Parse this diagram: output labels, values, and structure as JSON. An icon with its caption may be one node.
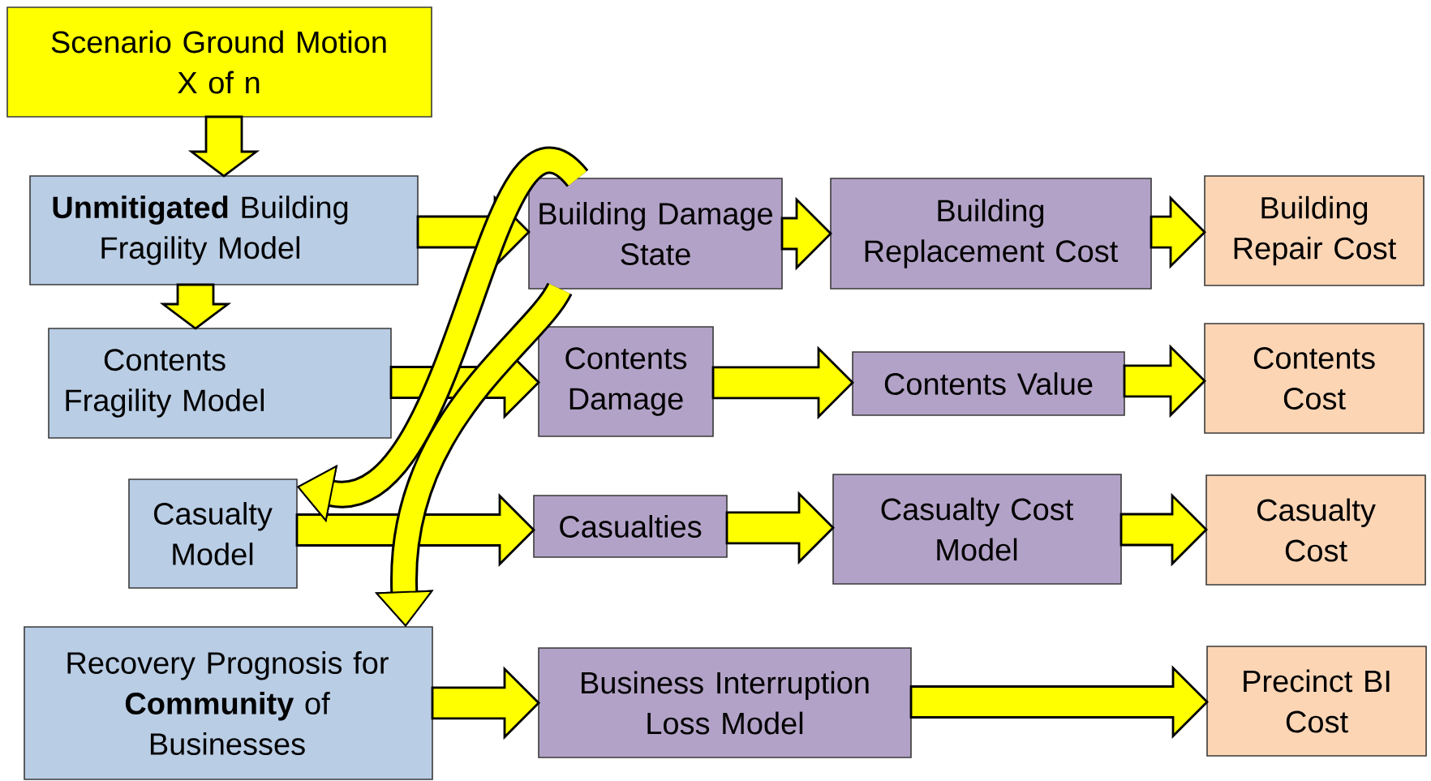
{
  "diagram": {
    "nodes": [
      {
        "text": [
          "Scenario Ground Motion X of n"
        ]
      },
      {
        "text": [
          "**Unmitigated** Building Fragility Model"
        ]
      },
      {
        "text": [
          "Building Damage State"
        ]
      },
      {
        "text": [
          "Building Replacement Cost"
        ]
      },
      {
        "text": [
          "Building Repair Cost"
        ]
      },
      {
        "text": [
          "Contents Fragility Model"
        ]
      },
      {
        "text": [
          "Contents Damage"
        ]
      },
      {
        "text": [
          "Contents Value"
        ]
      },
      {
        "text": [
          "Contents Cost"
        ]
      },
      {
        "text": [
          "Casualty Model"
        ]
      },
      {
        "text": [
          "Casualties"
        ]
      },
      {
        "text": [
          "Casualty Cost Model"
        ]
      },
      {
        "text": [
          "Casualty Cost"
        ]
      },
      {
        "text": [
          "Recovery Prognosis for **Community** of Businesses"
        ]
      },
      {
        "text": [
          "Business Interruption Loss Model"
        ]
      },
      {
        "text": [
          "Precinct BI Cost"
        ]
      }
    ],
    "edges": [
      {
        "from": 0,
        "to": 1,
        "arrow": "to"
      },
      {
        "from": 1,
        "to": 5,
        "arrow": "to"
      },
      {
        "from": 1,
        "to": 2,
        "arrow": "to"
      },
      {
        "from": 2,
        "to": 3,
        "arrow": "to"
      },
      {
        "from": 3,
        "to": 4,
        "arrow": "to"
      },
      {
        "from": 5,
        "to": 6,
        "arrow": "to"
      },
      {
        "from": 6,
        "to": 7,
        "arrow": "to"
      },
      {
        "from": 7,
        "to": 8,
        "arrow": "to"
      },
      {
        "from": 9,
        "to": 10,
        "arrow": "to"
      },
      {
        "from": 10,
        "to": 11,
        "arrow": "to"
      },
      {
        "from": 11,
        "to": 12,
        "arrow": "to"
      },
      {
        "from": 13,
        "to": 14,
        "arrow": "to"
      },
      {
        "from": 14,
        "to": 15,
        "arrow": "to"
      },
      {
        "from": 2,
        "to": 9,
        "arrow": "to"
      },
      {
        "from": 2,
        "to": 13,
        "arrow": "to"
      }
    ]
  }
}
